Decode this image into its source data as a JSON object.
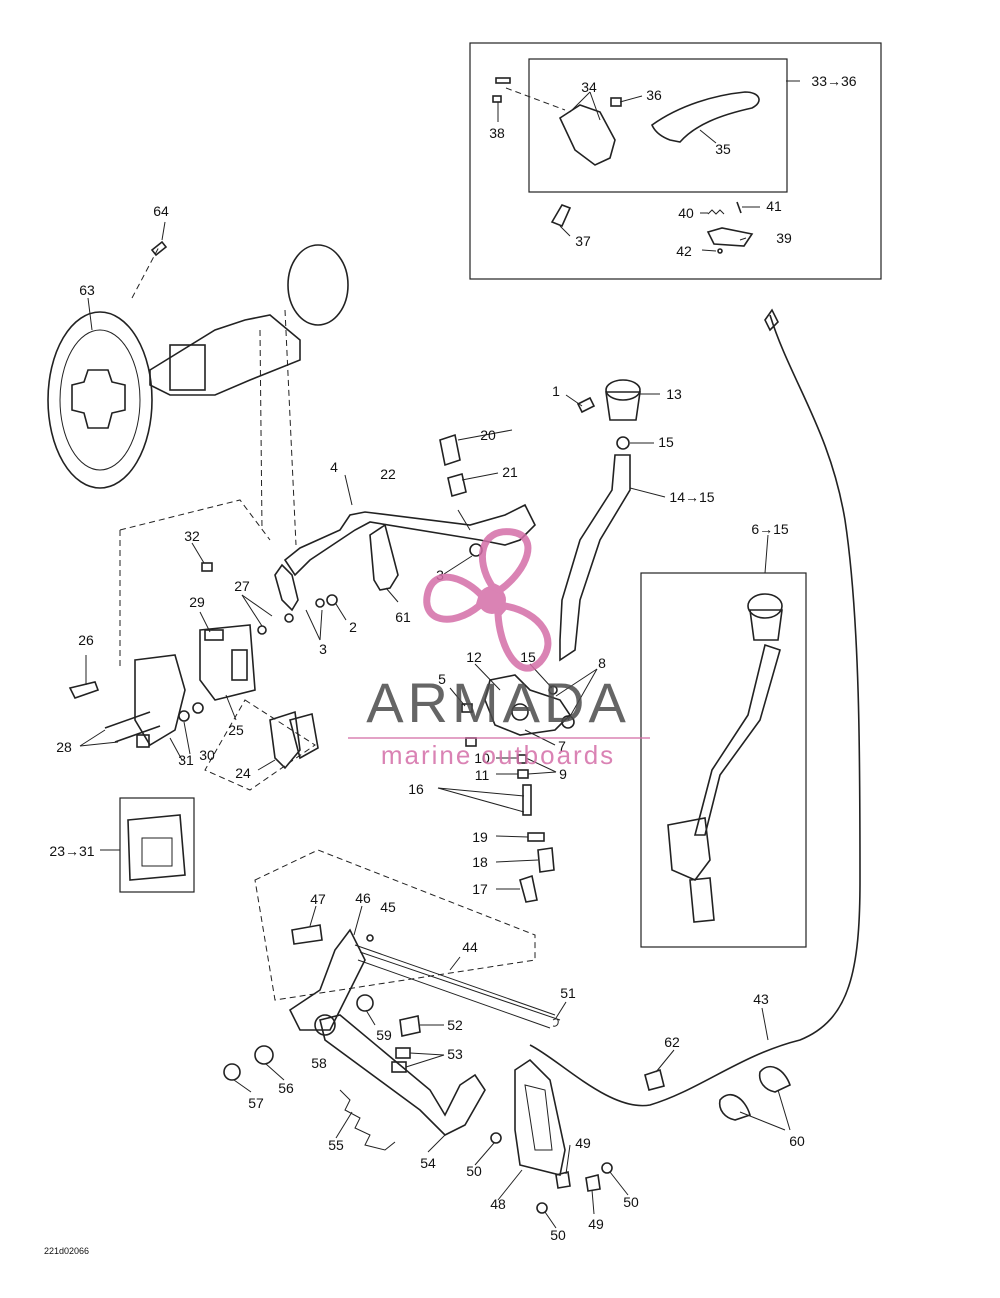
{
  "doc_ref": "221d02066",
  "watermark": {
    "title": "ARMADA",
    "subtitle": "marine outboards",
    "logo_icon": "propeller-icon",
    "logo_color": "#d46ea8",
    "title_color": "#4b4b4b"
  },
  "callouts": [
    "1",
    "2",
    "3",
    "3",
    "4",
    "5",
    "6→15",
    "7",
    "8",
    "9",
    "10",
    "11",
    "12",
    "13",
    "14→15",
    "15",
    "15",
    "16",
    "17",
    "18",
    "19",
    "20",
    "21",
    "22",
    "23→31",
    "24",
    "25",
    "26",
    "27",
    "28",
    "29",
    "30",
    "31",
    "32",
    "33→36",
    "34",
    "35",
    "36",
    "37",
    "38",
    "39",
    "40",
    "41",
    "42",
    "43",
    "44",
    "45",
    "46",
    "47",
    "48",
    "49",
    "49",
    "50",
    "50",
    "50",
    "51",
    "52",
    "53",
    "54",
    "55",
    "56",
    "57",
    "58",
    "59",
    "60",
    "61",
    "62",
    "63",
    "64"
  ]
}
